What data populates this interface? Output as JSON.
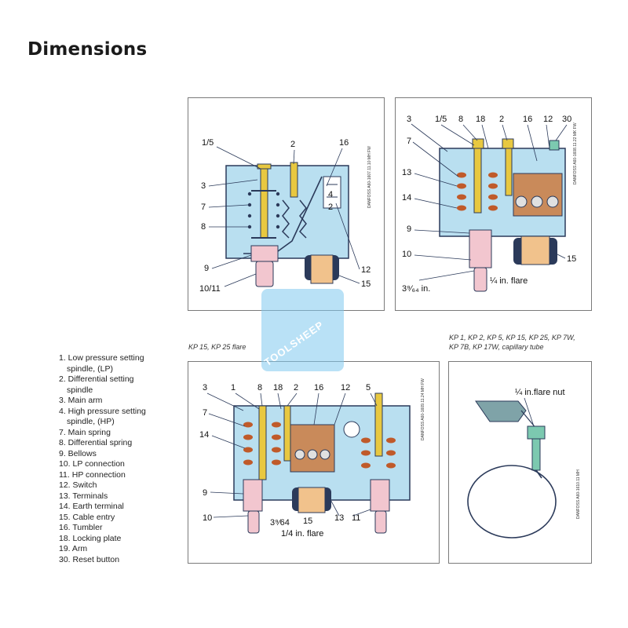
{
  "page": {
    "title": "Dimensions"
  },
  "captions": {
    "bottom_left": "KP 15, KP 25 flare",
    "bottom_right_line1": "KP 1, KP 2, KP 5, KP 15, KP 25, KP 7W,",
    "bottom_right_line2": "KP 7B, KP 17W, capillary tube"
  },
  "legend": [
    "1. Low pressure setting",
    "spindle, (LP)",
    "2. Differential setting",
    "spindle",
    "3. Main arm",
    "4. High pressure setting",
    "spindle, (HP)",
    "7. Main spring",
    "8. Differential spring",
    "9. Bellows",
    "10. LP connection",
    "11. HP connection",
    "12. Switch",
    "13. Terminals",
    "14. Earth terminal",
    "15. Cable entry",
    "16. Tumbler",
    "18. Locking plate",
    "19. Arm",
    "30. Reset button"
  ],
  "diagrams": {
    "top_left": {
      "labels": {
        "l1_5": "1/5",
        "l2": "2",
        "l16": "16",
        "l3": "3",
        "l7": "7",
        "l8": "8",
        "l9": "9",
        "l10_11": "10/11",
        "l12": "12",
        "l15": "15",
        "l4": "4",
        "l2b": "2"
      },
      "vertical_text": "DANFOSS A60-1607.11.10 MH FW"
    },
    "top_right": {
      "labels": {
        "l3": "3",
        "l1_5": "1/5",
        "l8": "8",
        "l18": "18",
        "l2": "2",
        "l16": "16",
        "l12": "12",
        "l30": "30",
        "l7": "7",
        "l13": "13",
        "l14": "14",
        "l9": "9",
        "l10": "10",
        "l15": "15",
        "hex": "3⁹⁄₆₄ in.",
        "flare": "¼ in. flare"
      },
      "vertical_text": "DANFOSS A60-1608.11.22 MK FW"
    },
    "bottom_left": {
      "labels": {
        "l3": "3",
        "l1": "1",
        "l8": "8",
        "l18": "18",
        "l2": "2",
        "l16": "16",
        "l12": "12",
        "l5": "5",
        "l7": "7",
        "l14": "14",
        "l9": "9",
        "l10": "10",
        "l15": "15",
        "l13": "13",
        "l11": "11",
        "hex": "3⁹⁄64",
        "flare": "1/4 in. flare"
      },
      "vertical_text": "DANFOSS A60-1609.11.24 MH FW"
    },
    "bottom_right": {
      "labels": {
        "flare_nut": "¼ in.flare nut"
      },
      "vertical_text": "DANFOSS A60-1610.11 MH"
    }
  },
  "watermark": {
    "text": "TOOLSHEEP"
  },
  "colors": {
    "housing": "#b9dff0",
    "bellows": "#f2c6cf",
    "spring": "#c05a2a",
    "spindle": "#e8c840",
    "cable_entry": "#f1c28c",
    "switch_body": "#c98a5a",
    "outline": "#2b3a5a"
  }
}
